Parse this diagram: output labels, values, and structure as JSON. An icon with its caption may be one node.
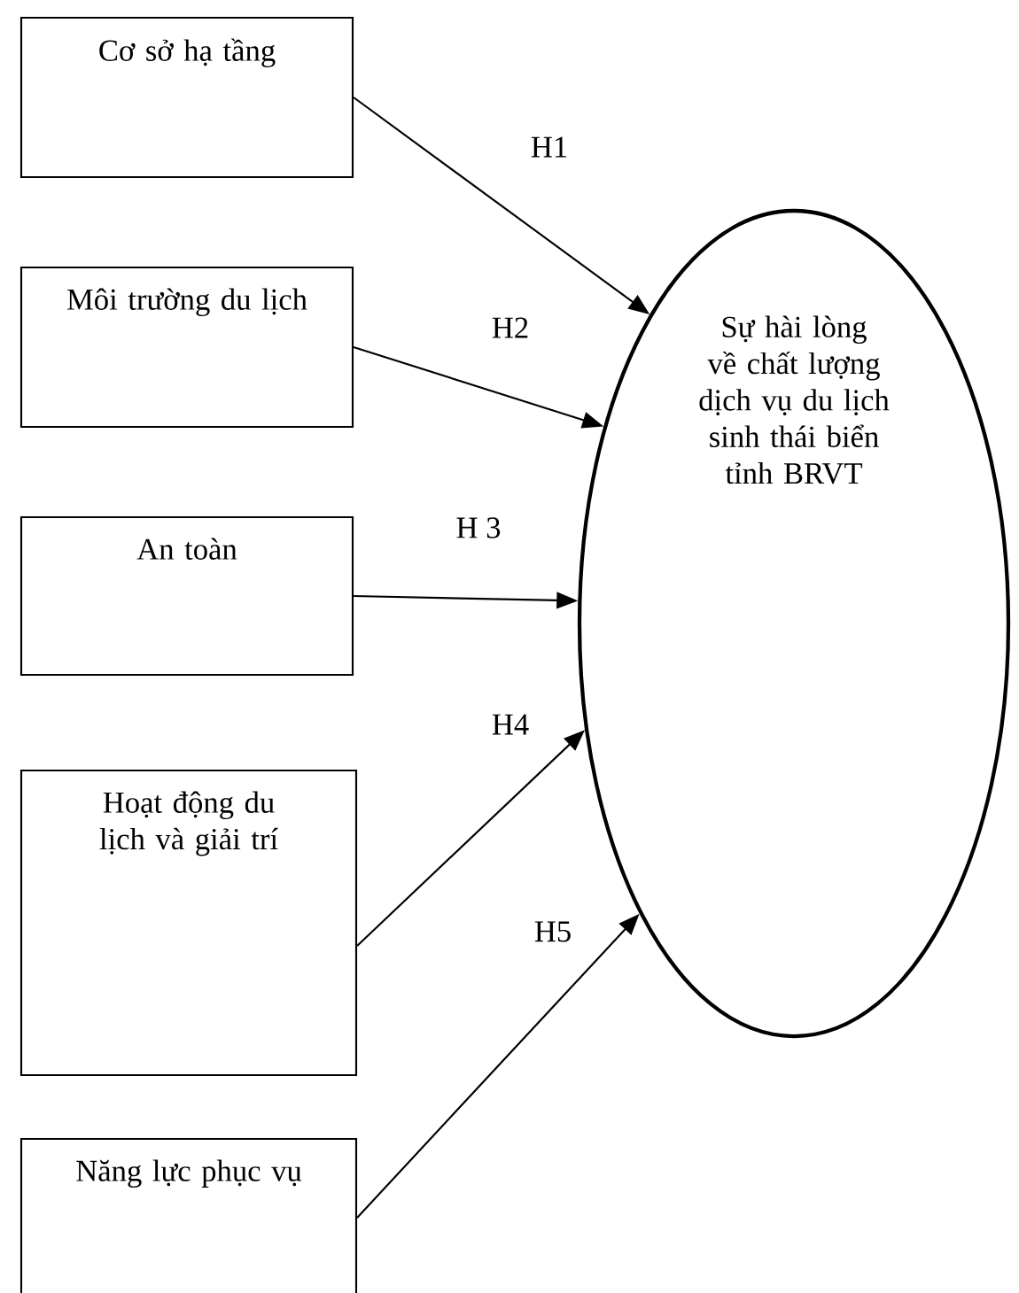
{
  "diagram": {
    "nodes": [
      {
        "text": [
          "Cơ sở hạ tầng"
        ]
      },
      {
        "text": [
          "Môi trường du lịch"
        ]
      },
      {
        "text": [
          "An toàn"
        ]
      },
      {
        "text": [
          "Hoạt động du lịch và giải trí"
        ]
      },
      {
        "text": [
          "Năng lực phục vụ"
        ]
      },
      {
        "text": [
          "Sự hài lòng về chất lượng dịch vụ du lịch sinh thái biển tỉnh BRVT"
        ]
      }
    ],
    "edges": [
      {
        "from": 0,
        "to": 5,
        "arrow": "to",
        "label": "H1"
      },
      {
        "from": 1,
        "to": 5,
        "arrow": "to",
        "label": "H2"
      },
      {
        "from": 2,
        "to": 5,
        "arrow": "to",
        "label": "H 3"
      },
      {
        "from": 3,
        "to": 5,
        "arrow": "to",
        "label": "H4"
      },
      {
        "from": 4,
        "to": 5,
        "arrow": "to",
        "label": "H5"
      }
    ]
  }
}
